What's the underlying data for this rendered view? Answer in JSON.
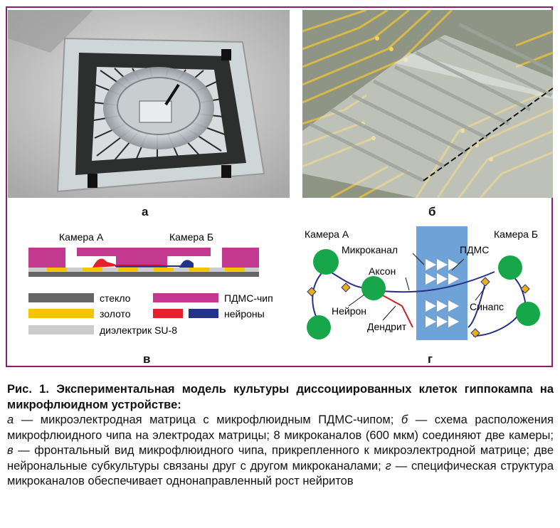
{
  "panels": {
    "a": {
      "letter": "а"
    },
    "b": {
      "letter": "б"
    },
    "c": {
      "letter": "в",
      "chamber_a": "Камера А",
      "chamber_b": "Камера Б",
      "legend": {
        "glass": "стекло",
        "pdms_chip": "ПДМС-чип",
        "gold": "золото",
        "neurons": "нейроны",
        "dielectric": "диэлектрик SU-8"
      },
      "colors": {
        "glass": "#666666",
        "pdms": "#c2398f",
        "gold": "#f5c400",
        "neuron_red": "#e5202a",
        "neuron_blue": "#24338a",
        "dielectric": "#cccccc"
      }
    },
    "g": {
      "letter": "г",
      "chamber_a": "Камера А",
      "chamber_b": "Камера Б",
      "microchannel": "Микроканал",
      "pdms": "ПДМС",
      "axon": "Аксон",
      "neuron": "Нейрон",
      "dendrite": "Дендрит",
      "synapse": "Синапс",
      "colors": {
        "cell": "#17a64a",
        "channel": "#6fa3d8",
        "axon": "#2a2f86",
        "dendrite": "#c0282d",
        "synapse": "#e8b010"
      }
    }
  },
  "caption": {
    "title": "Рис. 1. Экспериментальная модель культуры диссоциированных клеток гип­покампа на микрофлюидном устройстве:",
    "a_letter": "а",
    "a_text": " — микроэлектродная матрица с микрофлюидным ПДМС-чипом; ",
    "b_letter": "б",
    "b_text": " — схема распо­ложения микрофлюидного чипа на электродах матрицы; 8 микроканалов (600 мкм) соединяют две камеры; ",
    "c_letter": "в",
    "c_text": " — фронтальный вид микрофлюидного чипа, прикреплен­ного к микроэлектродной матрице; две нейрональные субкультуры связаны друг с другом микроканалами; ",
    "g_letter": "г",
    "g_text": " — специфическая структура микроканалов обеспечива­ет однонаправленный рост нейритов"
  }
}
